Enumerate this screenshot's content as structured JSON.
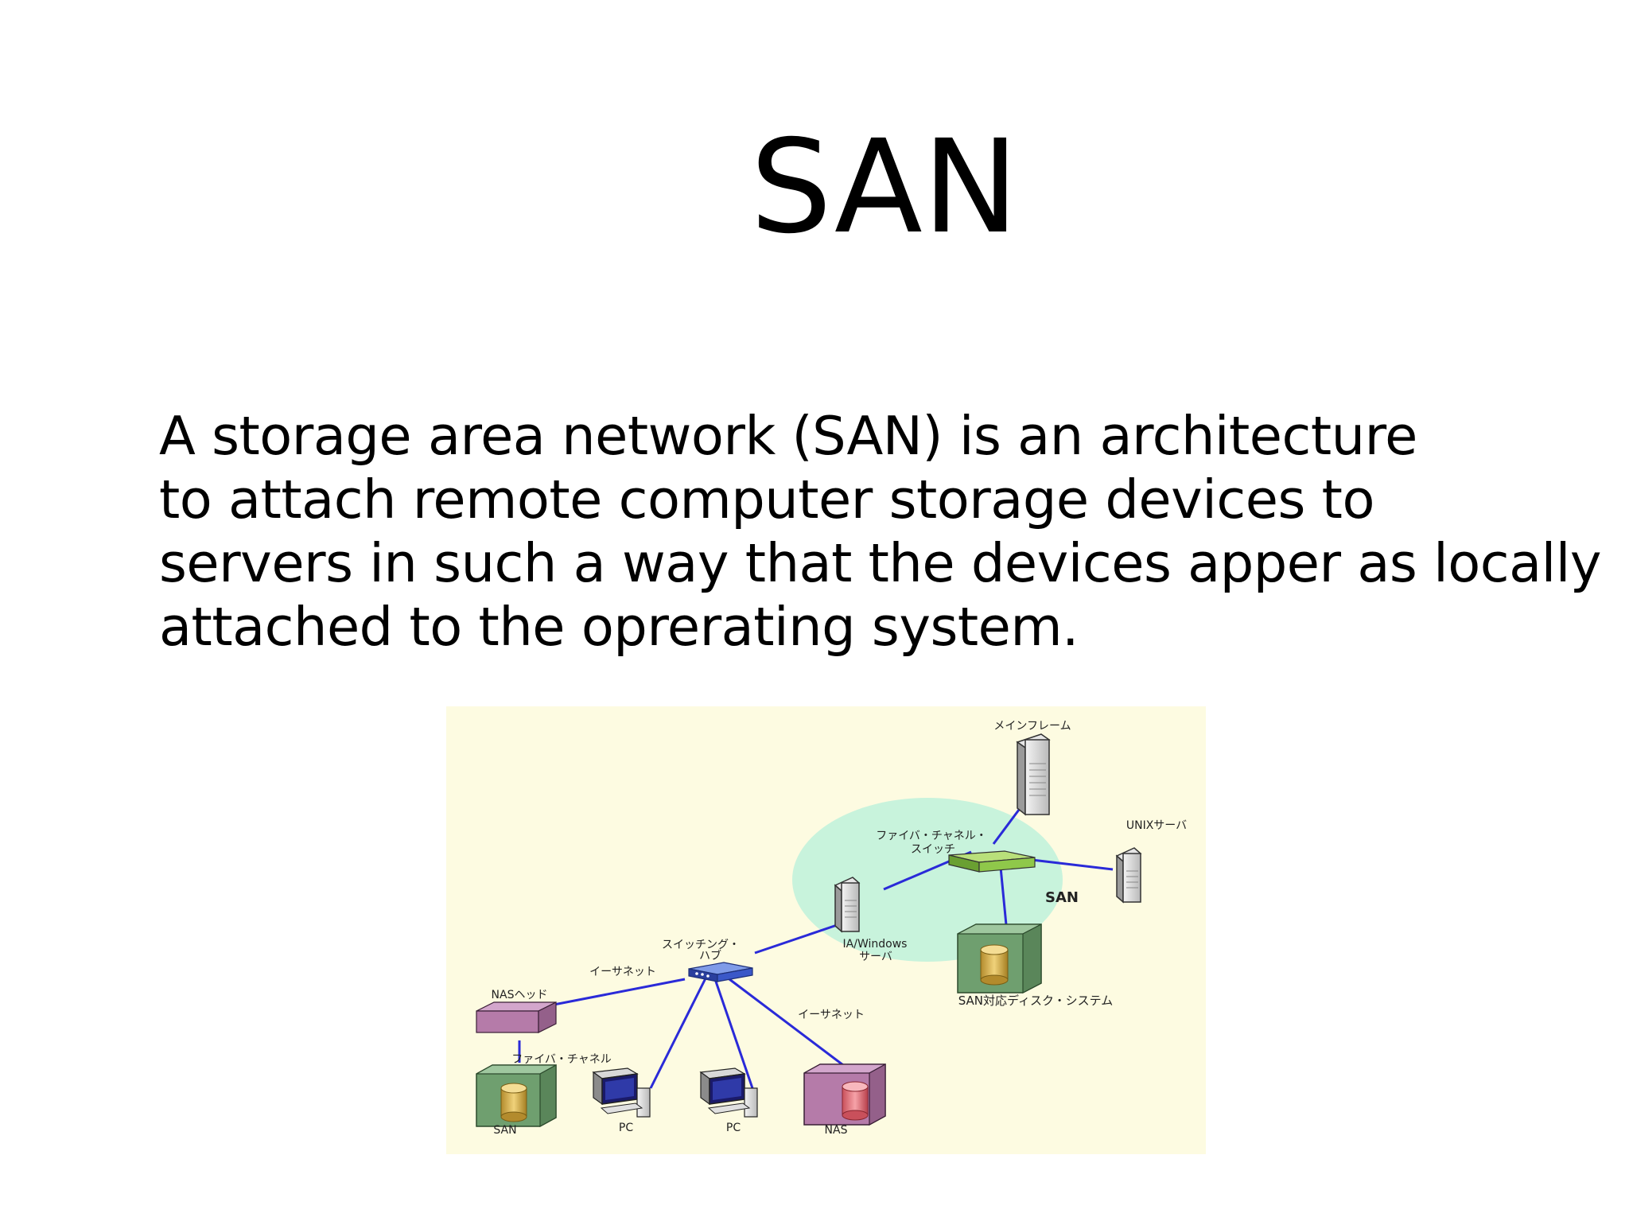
{
  "slide": {
    "title": "SAN",
    "body_lines": [
      "A storage area network (SAN) is an architecture",
      "to attach remote computer storage devices to",
      "servers in such a way that the devices apper as locally",
      "attached to the oprerating system."
    ]
  },
  "diagram": {
    "labels": {
      "mainframe": "メインフレーム",
      "unix_server": "UNIXサーバ",
      "fc_switch_1": "ファイバ・チャネル・",
      "fc_switch_2": "スイッチ",
      "san_cloud": "SAN",
      "ia_windows_1": "IA/Windows",
      "ia_windows_2": "サーバ",
      "san_disk": "SAN対応ディスク・システム",
      "switching_hub_1": "スイッチング・",
      "switching_hub_2": "ハブ",
      "ethernet_left": "イーサネット",
      "ethernet_right": "イーサネット",
      "nas_head": "NASヘッド",
      "fibre_channel": "ファイバ・チャネル",
      "san_storage": "SAN",
      "pc1": "PC",
      "pc2": "PC",
      "nas": "NAS"
    },
    "colors": {
      "background": "#fdfbe1",
      "san_cloud": "#c8f3dc",
      "link": "#2a2ad8",
      "switch": "#8fc84a",
      "hub": "#3a58c8",
      "nas_head": "#b57ba9",
      "storage_box": "#6f9f6f",
      "disk_gold": "#d6b154",
      "disk_pink": "#e77f86"
    }
  }
}
